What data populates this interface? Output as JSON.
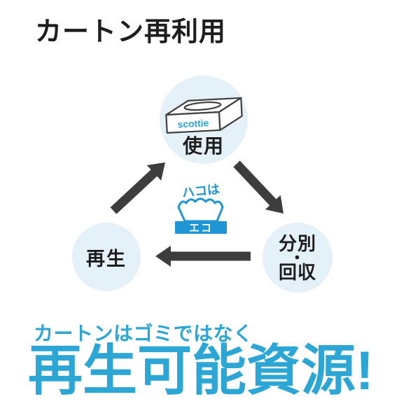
{
  "page": {
    "title": "カートン再利用"
  },
  "cycle": {
    "steps": [
      {
        "id": "use",
        "lines": [
          "使用"
        ]
      },
      {
        "id": "sort-collect",
        "lines": [
          "分別",
          "・",
          "回収"
        ]
      },
      {
        "id": "recycle",
        "lines": [
          "再生"
        ]
      }
    ],
    "center_logo": {
      "top_text": "ハコは",
      "box_text": "エコ"
    },
    "tissue_box_brand": "scottie"
  },
  "footer": {
    "lead": "カートンはゴミではなく",
    "headline": "再生可能資源!"
  },
  "icons": {
    "tissue_box": "tissue-box-icon",
    "eco_box": "eco-crushed-box-icon",
    "arrows": [
      "arrow-recycle-to-use",
      "arrow-use-to-sort",
      "arrow-sort-to-recycle"
    ]
  },
  "colors": {
    "accent_blue": "#2BA6D5",
    "logo_blue": "#1E95D4",
    "circle_fill": "#E4F1F8",
    "arrow_gray": "#3D3D3D",
    "title_black": "#1D1D1D"
  }
}
